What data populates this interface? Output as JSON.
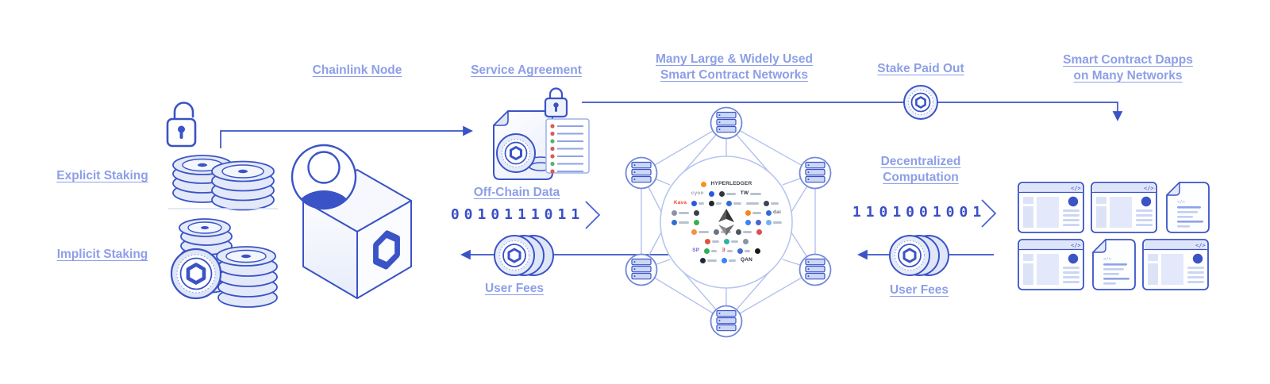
{
  "colors": {
    "accent_blue": "#3a53c6",
    "label_blue": "#8d9fe8",
    "binary_blue": "#3a4ec6",
    "light_fill": "#e6ebfa",
    "pale_fill": "#eef2fc",
    "network_line": "#b3c2ee",
    "check_red": "#d95b5b",
    "check_green": "#57b26a",
    "bitcoin_orange": "#f7931a",
    "eth_dark": "#3c3c3d"
  },
  "labels": {
    "explicit_staking": "Explicit Staking",
    "implicit_staking": "Implicit Staking",
    "chainlink_node": "Chainlink Node",
    "service_agreement": "Service Agreement",
    "off_chain_data": "Off-Chain Data",
    "user_fees_left": "User Fees",
    "network_title_line1": "Many Large & Widely Used",
    "network_title_line2": "Smart Contract Networks",
    "stake_paid_out": "Stake Paid Out",
    "decentralized_line1": "Decentralized",
    "decentralized_line2": "Computation",
    "user_fees_right": "User Fees",
    "dapps_title_line1": "Smart Contract Dapps",
    "dapps_title_line2": "on Many Networks"
  },
  "binary": {
    "off_chain_data_bits": "0010111011",
    "decentralized_computation_bits": "1101001001"
  },
  "network": {
    "outer_node_count": 6,
    "outer_node_icon": "server-icon",
    "center_icon": "ethereum-logo"
  },
  "service_agreement_checklist": {
    "row_count": 7,
    "dot_colors": [
      "#d95b5b",
      "#d95b5b",
      "#57b26a",
      "#d95b5b",
      "#d95b5b",
      "#57b26a",
      "#d95b5b"
    ]
  },
  "dapp_grid": {
    "rows": [
      [
        "browser-window",
        "browser-window",
        "document"
      ],
      [
        "browser-window",
        "document",
        "browser-window"
      ]
    ]
  },
  "logo_rows": [
    {
      "items": [
        {
          "dot": "#f7931a"
        },
        {
          "txt": "HYPERLEDGER",
          "tc": "#3a4149"
        }
      ]
    },
    {
      "items": [
        {
          "txt": "cyon",
          "tc": "#9aa3ad"
        },
        {
          "dot": "#2a5ada"
        },
        {
          "dot": "#30343b",
          "bar": 12
        },
        {
          "txt": "TW",
          "tc": "#2c3440",
          "bar": 14
        }
      ]
    },
    {
      "items": [
        {
          "txt": "Kava",
          "tc": "#ff433e"
        },
        {
          "dot": "#2a5ada",
          "bar": 7
        },
        {
          "dot": "#21262e",
          "bar": 7
        },
        {
          "dot": "#2f6fd0",
          "bar": 10
        },
        {
          "bar": 16
        },
        {
          "dot": "#3c4754",
          "bar": 10
        }
      ]
    },
    {
      "items": [
        {
          "dot": "#8893a3",
          "bar": 13
        },
        {
          "dot": "#3b3f46"
        },
        {
          "sp": 46
        },
        {
          "dot": "#f6851b",
          "bar": 11
        },
        {
          "dot": "#2e6bd8",
          "txt": "dai",
          "tc": "#6b7280"
        }
      ]
    },
    {
      "items": [
        {
          "dot": "#2f6fd0",
          "bar": 13
        },
        {
          "dot": "#32b350"
        },
        {
          "sp": 46
        },
        {
          "dot": "#3b82f6"
        },
        {
          "dot": "#4467d2"
        },
        {
          "dot": "#77b2e8",
          "bar": 11
        }
      ]
    },
    {
      "items": [
        {
          "dot": "#f09242",
          "bar": 13
        },
        {
          "dot": "#6b7280",
          "bar": 13
        },
        {
          "dot": "#4b5563",
          "bar": 11
        },
        {
          "dot": "#e14e4e"
        }
      ]
    },
    {
      "items": [
        {
          "dot": "#e5533d",
          "bar": 9
        },
        {
          "dot": "#2bb3a3",
          "bar": 9
        },
        {
          "dot": "#8a93a5"
        }
      ]
    },
    {
      "items": [
        {
          "txt": "SP",
          "tc": "#7a5cd6"
        },
        {
          "dot": "#2fae58",
          "bar": 7
        },
        {
          "txt": "Ǝ",
          "tc": "#d84b4b",
          "bar": 7
        },
        {
          "dot": "#4467d2",
          "bar": 7
        },
        {
          "dot": "#17181c"
        }
      ]
    },
    {
      "items": [
        {
          "dot": "#1f2937",
          "bar": 12
        },
        {
          "dot": "#3b82f6",
          "bar": 9
        },
        {
          "txt": "QAN",
          "tc": "#2b3240"
        }
      ]
    }
  ]
}
